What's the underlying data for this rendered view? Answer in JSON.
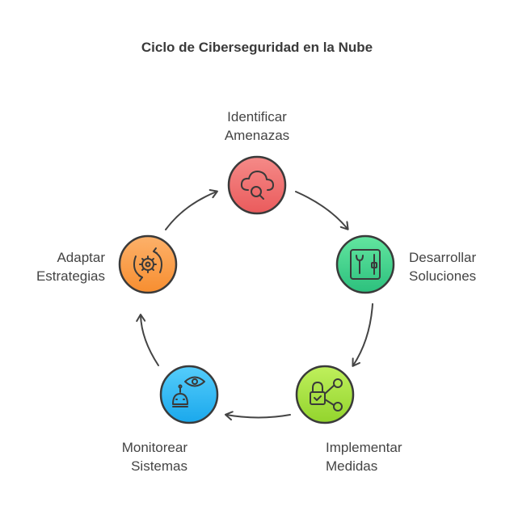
{
  "title": "Ciclo de Ciberseguridad en la Nube",
  "steps": [
    {
      "line1": "Identificar",
      "line2": "Amenazas",
      "icon": "cloud-search-icon",
      "fill_top": "#f58a88",
      "fill_bottom": "#ea5b5c"
    },
    {
      "line1": "Desarrollar",
      "line2": "Soluciones",
      "icon": "tools-panel-icon",
      "fill_top": "#63e6a0",
      "fill_bottom": "#2cc07d"
    },
    {
      "line1": "Implementar",
      "line2": "Medidas",
      "icon": "lock-network-icon",
      "fill_top": "#bff05c",
      "fill_bottom": "#93d42d"
    },
    {
      "line1": "Monitorear",
      "line2": "Sistemas",
      "icon": "eye-robot-icon",
      "fill_top": "#55cdfb",
      "fill_bottom": "#1aa8ec"
    },
    {
      "line1": "Adaptar",
      "line2": "Estrategias",
      "icon": "gear-cycle-icon",
      "fill_top": "#fdb16a",
      "fill_bottom": "#f78e30"
    }
  ],
  "colors": {
    "stroke": "#3a3a3a",
    "arrow": "#444444"
  }
}
